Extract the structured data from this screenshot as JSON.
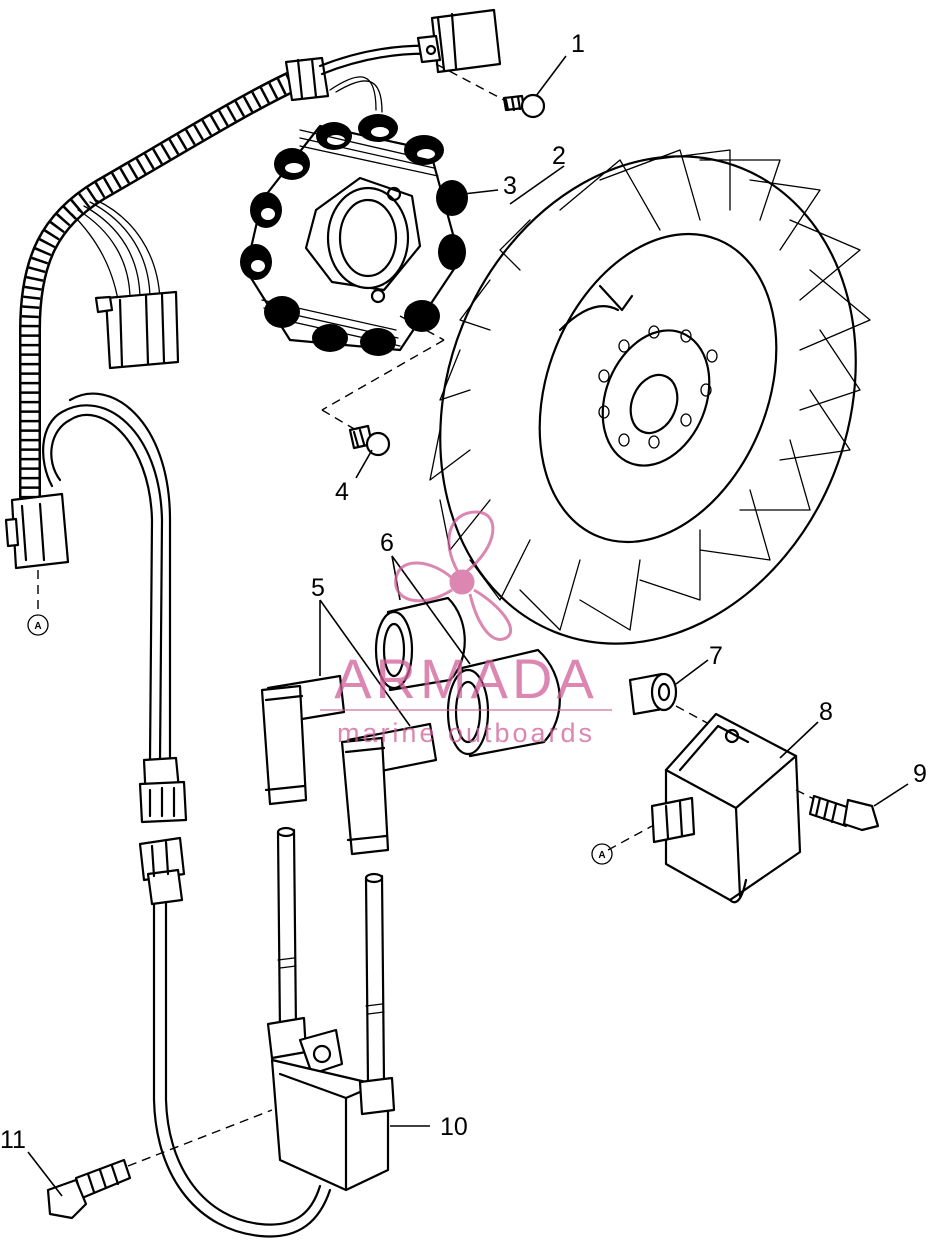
{
  "callouts": [
    {
      "id": "1",
      "label": "1"
    },
    {
      "id": "2",
      "label": "2"
    },
    {
      "id": "3",
      "label": "3"
    },
    {
      "id": "4",
      "label": "4"
    },
    {
      "id": "5",
      "label": "5"
    },
    {
      "id": "6",
      "label": "6"
    },
    {
      "id": "7",
      "label": "7"
    },
    {
      "id": "8",
      "label": "8"
    },
    {
      "id": "9",
      "label": "9"
    },
    {
      "id": "10",
      "label": "10"
    },
    {
      "id": "11",
      "label": "11"
    }
  ],
  "reference_markers": {
    "harness": "A",
    "regulator": "A"
  },
  "watermark": {
    "brand": "ARMADA",
    "tagline": "marine outboards",
    "color": "#cf5f97"
  }
}
